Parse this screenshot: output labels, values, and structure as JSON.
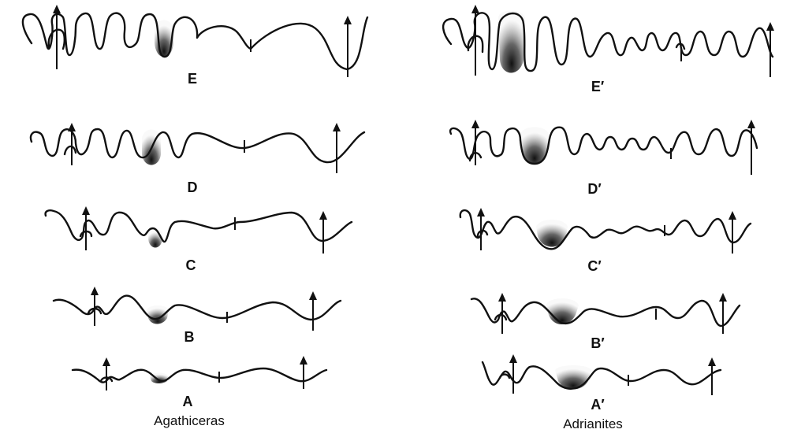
{
  "genera": [
    {
      "name": "Agathiceras",
      "stages": [
        {
          "label": "E",
          "shaded_lobe": "lateral"
        },
        {
          "label": "D",
          "shaded_lobe": "lateral"
        },
        {
          "label": "C",
          "shaded_lobe": "lateral"
        },
        {
          "label": "B",
          "shaded_lobe": "lateral"
        },
        {
          "label": "A",
          "shaded_lobe": "lateral"
        }
      ]
    },
    {
      "name": "Adrianites",
      "stages": [
        {
          "label": "E′",
          "shaded_lobe": "lateral"
        },
        {
          "label": "D′",
          "shaded_lobe": "lateral"
        },
        {
          "label": "C′",
          "shaded_lobe": "lateral"
        },
        {
          "label": "B′",
          "shaded_lobe": "lateral"
        },
        {
          "label": "A′",
          "shaded_lobe": "lateral"
        }
      ]
    }
  ],
  "colors": {
    "line": "#111111",
    "shade": "#222222",
    "background": "#ffffff"
  }
}
